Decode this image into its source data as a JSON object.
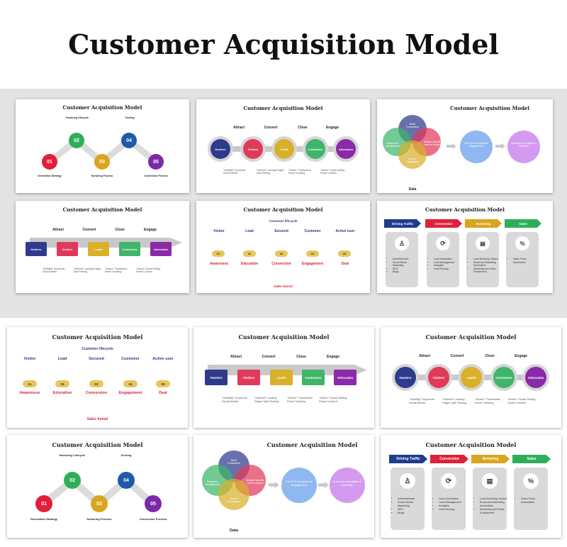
{
  "page_title": "Customer Acquisition Model",
  "slide_title": "Customer Acquisition Model",
  "flow": {
    "stages": [
      "Attract",
      "Convert",
      "Close",
      "Engage"
    ],
    "nodes": [
      "Hunters",
      "Visitors",
      "Leads",
      "Customers",
      "Advocates"
    ],
    "notes": [
      "\"Visibility\" Keywords Social Media",
      "\"Interest\" Landing Pages Split Testing",
      "\"Desire\" Transaction Event Tracking",
      "\"Action\" Social Selling Smart Content"
    ],
    "colors": [
      "#2e3a8c",
      "#e03a5a",
      "#d8b02a",
      "#3fb56a",
      "#8a2aa8"
    ]
  },
  "lifecycle": {
    "items": [
      {
        "num": "01",
        "label": "Generation Strategy",
        "color": "#e0203a"
      },
      {
        "num": "02",
        "label": "Nurturing Lifecycle",
        "color": "#2fae5a"
      },
      {
        "num": "03",
        "label": "Nurturing Process",
        "color": "#d9a51e"
      },
      {
        "num": "04",
        "label": "Scoring",
        "color": "#1d5aa8"
      },
      {
        "num": "05",
        "label": "Conversion Process",
        "color": "#7a2aa8"
      }
    ]
  },
  "funnel": {
    "heading": "Customer lifecycle",
    "footer": "Sales funnel",
    "top": [
      "Visitor",
      "Lead",
      "Secured",
      "Customer",
      "Active user"
    ],
    "nums": [
      "01",
      "02",
      "03",
      "04",
      "05"
    ],
    "bottom": [
      "Awareness",
      "Education",
      "Conversion",
      "Engagement",
      "Deal"
    ]
  },
  "venn": {
    "circles": [
      "Build Connection",
      "Response Management",
      "Assess Specific need of project",
      "Secure Campaigns"
    ],
    "next": [
      "Exit To End Audience Engagement",
      "Customer Acquisition & Retention"
    ],
    "data_label": "Data"
  },
  "traffic": {
    "heads": [
      {
        "label": "Driving Traffic",
        "color": "#1d3c8c"
      },
      {
        "label": "Conversion",
        "color": "#e0203a"
      },
      {
        "label": "Nurturing",
        "color": "#d9a51e"
      },
      {
        "label": "Sales",
        "color": "#2fae5a"
      }
    ],
    "lists": [
      [
        "Advertisement",
        "Social Media Marketing",
        "SEO",
        "Blogs"
      ],
      [
        "Lead Generation",
        "Lead Management",
        "Analytics",
        "Lead Scoring"
      ],
      [
        "Lead Nurturing Tactics",
        "Email and Marketing Automation",
        "Marketing and Sales Enablement"
      ],
      [
        "Sales Force Automation"
      ]
    ]
  }
}
